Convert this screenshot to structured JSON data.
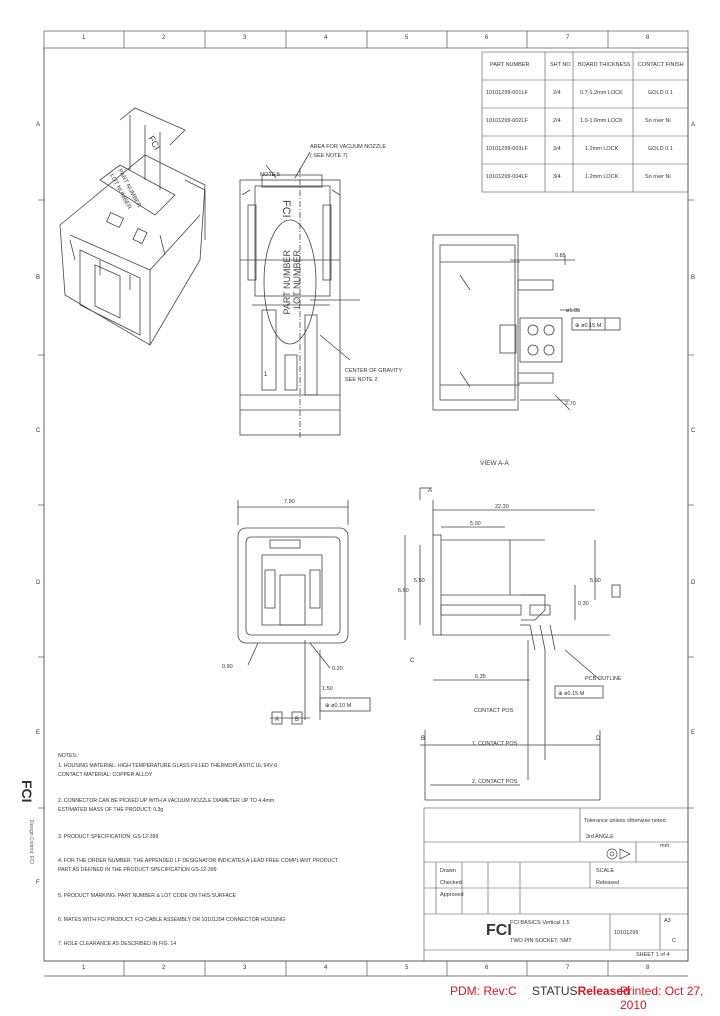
{
  "frame": {
    "columns": [
      "1",
      "2",
      "3",
      "4",
      "5",
      "6",
      "7",
      "8"
    ],
    "rows": [
      "A",
      "B",
      "C",
      "D",
      "E",
      "F"
    ]
  },
  "part_table": {
    "headers": [
      "PART NUMBER",
      "SHT NO",
      "BOARD THICKNESS",
      "CONTACT FINISH"
    ],
    "rows": [
      [
        "10101299-001LF",
        "2/4",
        "0.7-1.2mm LOCK",
        "GOLD 0.1"
      ],
      [
        "10101299-002LF",
        "2/4",
        "1.0-1.6mm LOCK",
        "Sn over Ni"
      ],
      [
        "10101299-003LF",
        "3/4",
        "1.2mm LOCK",
        "GOLD 0.1"
      ],
      [
        "10101299-004LF",
        "3/4",
        "1.2mm LOCK",
        "Sn over Ni"
      ]
    ]
  },
  "iso_labels": {
    "logo": "FCI",
    "part_number": "PART NUMBER",
    "lot_number": "LOT NUMBER"
  },
  "front_view": {
    "note_5": "NOTE 5",
    "area_label": "AREA FOR VACUUM NOZZLE",
    "area_note": "( SEE NOTE 7)",
    "logo": "FCI",
    "part_number": "PART NUMBER",
    "lot_number": "LOT NUMBER",
    "center_gravity": "CENTER OF GRAVITY",
    "see_note": "SEE NOTE 2",
    "pin_label": "1"
  },
  "side_view": {
    "dim_a": "0.85",
    "dim_b": "2.70",
    "hole_dia": "ø1.05",
    "tol": "⊕ ø0.15 M",
    "view_label": "VIEW A-A"
  },
  "bottom_view": {
    "width": "7.90",
    "dim_left": "0.90",
    "dim_mid": "1.50",
    "dim_right": "0.20",
    "tol": "⊕ ø0.10 M",
    "label_a": "A",
    "label_b": "B"
  },
  "profile_view": {
    "a_label": "A",
    "width_top": "22.30",
    "width_mid": "5.00",
    "h_left": "6.60",
    "h_left2": "5.50",
    "h_right": "5.90",
    "h_right2": "0.30",
    "bottom_dim": "6.35",
    "pcb_label": "PCB OUTLINE",
    "bottom_tol": "⊕ ø0.15 M",
    "contact_pos": "CONTACT POS",
    "contact_pos1": "1, CONTACT POS",
    "contact_pos2": "2, CONTACT POS",
    "datum_b": "B",
    "datum_d": "D",
    "datum_c": "C"
  },
  "notes": {
    "title": "NOTES:",
    "n1a": "1.  HOUSING MATERIAL: HIGH TEMPERATURE GLASS FILLED THERMOPLASTIC UL 94V-0",
    "n1b": "     CONTACT MATERIAL: COPPER ALLOY",
    "n2a": "2.  CONNECTOR CAN BE PICKED UP WITH A VACUUM NOZZLE DIAMETER UP TO 4.4mm",
    "n2b": "     ESTIMATED MASS OF THE PRODUCT: 0.3g",
    "n3": "3.  PRODUCT SPECIFICATION: GS-12-399",
    "n4a": "4.  FOR THE ORDER NUMBER, THE APPENDED LF DESIGNATOR INDICATES A LEAD FREE COMPLIANT PRODUCT",
    "n4b": "     PART AS DEFINED IN THE PRODUCT SPECIFICATION GS-12-399",
    "n5": "5.  PRODUCT MARKING: PART NUMBER & LOT CODE ON THIS SURFACE",
    "n6": "6.  MATES WITH FCI PRODUCT: FCI-CABLE ASSEMBLY OR 10101294 CONNECTOR HOUSING",
    "n7": "7.  HOLE CLEARANCE AS DESCRIBED IN FIG. 14"
  },
  "side_text": "Design Control: FCI",
  "title_block": {
    "drawn": "Drawn",
    "checked": "Checked",
    "approved": "Approved",
    "units": "mm",
    "scale": "SCALE",
    "title": "FCI BASICS-Vertical 1.5",
    "subtitle": "TWO PIN SOCKET, SMT",
    "company": "FCI",
    "part_no": "10101299",
    "rev": "C",
    "size": "A3",
    "sheet": "SHEET 1 of 4",
    "approved_label": "Released",
    "tol_note": "Tolerance unless otherwise noted",
    "proj": "3rd ANGLE"
  },
  "footer": {
    "pdm": "PDM: Rev:C",
    "status_label": "STATUS",
    "status_value": "Released",
    "printed": "Printed: Oct 27, 2010"
  }
}
